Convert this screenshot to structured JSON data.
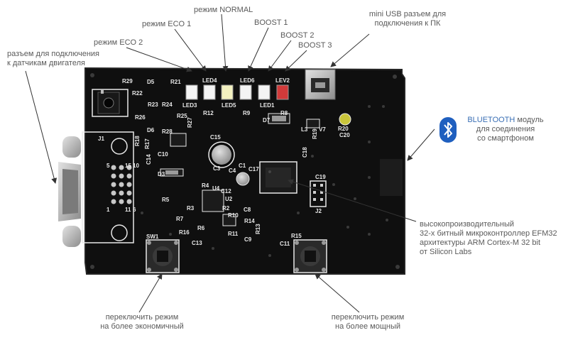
{
  "labels": {
    "normal": "режим NORMAL",
    "eco1": "режим ECO 1",
    "eco2": "режим ECO 2",
    "boost1": "BOOST 1",
    "boost2": "BOOST 2",
    "boost3": "BOOST 3",
    "usb_line1": "mini USB разъем для",
    "usb_line2": "подключения к ПК",
    "sensor_line1": "разъем для подключения",
    "sensor_line2": "к датчикам двигателя",
    "bt_word": "BLUETOOTH",
    "bt_line1_rest": " модуль",
    "bt_line2": "для соединения",
    "bt_line3": "со смартфоном",
    "mcu_line1": "высокопроизводительный",
    "mcu_line2": "32-х битный микроконтроллер EFM32",
    "mcu_line3": "архитектуры ARM Cortex-M 32 bit",
    "mcu_line4": "от Silicon Labs",
    "sw_left_line1": "переключить режим",
    "sw_left_line2": "на более экономичный",
    "sw_right_line1": "переключить режим",
    "sw_right_line2": "на более мощный"
  },
  "board": {
    "refs": {
      "led4": "LED4",
      "led6": "LED6",
      "lev2": "LEV2",
      "led3": "LED3",
      "led5": "LED5",
      "led1": "LED1",
      "r29": "R29",
      "r21": "R21",
      "r12": "R12",
      "r9": "R9",
      "r8": "R8",
      "r22": "R22",
      "r23": "R23",
      "r24": "R24",
      "r25": "R25",
      "r26": "R26",
      "r27": "R27",
      "r28": "R28",
      "r17": "R17",
      "r18": "R18",
      "d5": "D5",
      "d6": "D6",
      "d7": "D7",
      "d3": "D3",
      "j1": "J1",
      "j2": "J2",
      "l3": "L3",
      "r19": "R19",
      "v7": "V7",
      "r20": "R20",
      "c20": "C20",
      "c15": "C15",
      "c14": "C14",
      "c10": "C10",
      "c17": "C17",
      "c18": "C18",
      "c19": "C19",
      "c4": "C4",
      "r5": "R5",
      "r4": "R4",
      "c12": "C12",
      "u4": "U4",
      "r3": "R3",
      "r7": "R7",
      "r6": "R6",
      "r10": "R10",
      "r11": "R11",
      "c8": "C8",
      "r14": "R14",
      "r13": "R13",
      "c9": "C9",
      "r16": "R16",
      "c13": "C13",
      "r15": "R15",
      "c11": "C11",
      "sw1": "SW1",
      "u2": "U2",
      "r2": "R2",
      "c1": "C1",
      "c3": "C3",
      "n15": "15",
      "n11": "11",
      "n5": "5",
      "n1": "1",
      "n10": "10",
      "n6": "6"
    }
  },
  "colors": {
    "board": "#101010",
    "board_edge": "#1c1c1c",
    "silk": "#e8e8e8",
    "label_text": "#5a5a5a",
    "bluetooth": "#1f5fbf",
    "led_white": "#f4f4f4",
    "led_yellow": "#f3f1c0",
    "led_red": "#d23a3a",
    "metal": "#b9b9b9"
  }
}
